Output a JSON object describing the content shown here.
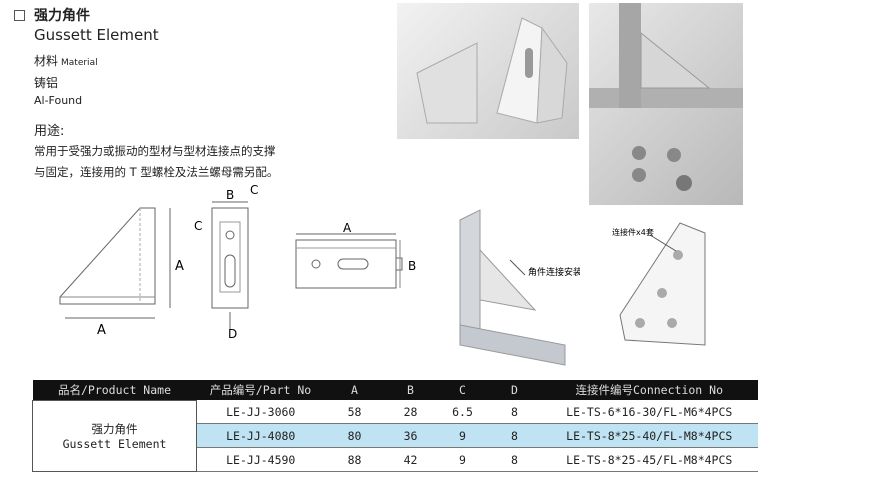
{
  "product": {
    "title_cn": "强力角件",
    "title_en": "Gussett Element",
    "material_cn": "材料",
    "material_en": "Material",
    "alloy_cn": "铸铝",
    "alloy_en": "Al-Found",
    "usage_heading": "用途:",
    "usage_line1": "常用于受强力或振动的型材与型材连接点的支撑",
    "usage_line2": "与固定，连接用的 T 型螺栓及法兰螺母需另配。"
  },
  "drawings": {
    "label_a": "A",
    "label_b": "B",
    "label_c": "C",
    "label_d": "D",
    "assembly_caption": "角件连接安装图",
    "connector_caption": "连接件x4套"
  },
  "table": {
    "headers": [
      "品名/Product Name",
      "产品编号/Part No",
      "A",
      "B",
      "C",
      "D",
      "连接件编号Connection No"
    ],
    "name_cn": "强力角件",
    "name_en": "Gussett Element",
    "rows": [
      {
        "part": "LE-JJ-3060",
        "a": "58",
        "b": "28",
        "c": "6.5",
        "d": "8",
        "conn": "LE-TS-6*16-30/FL-M6*4PCS"
      },
      {
        "part": "LE-JJ-4080",
        "a": "80",
        "b": "36",
        "c": "9",
        "d": "8",
        "conn": "LE-TS-8*25-40/FL-M8*4PCS"
      },
      {
        "part": "LE-JJ-4590",
        "a": "88",
        "b": "42",
        "c": "9",
        "d": "8",
        "conn": "LE-TS-8*25-45/FL-M8*4PCS"
      }
    ]
  }
}
